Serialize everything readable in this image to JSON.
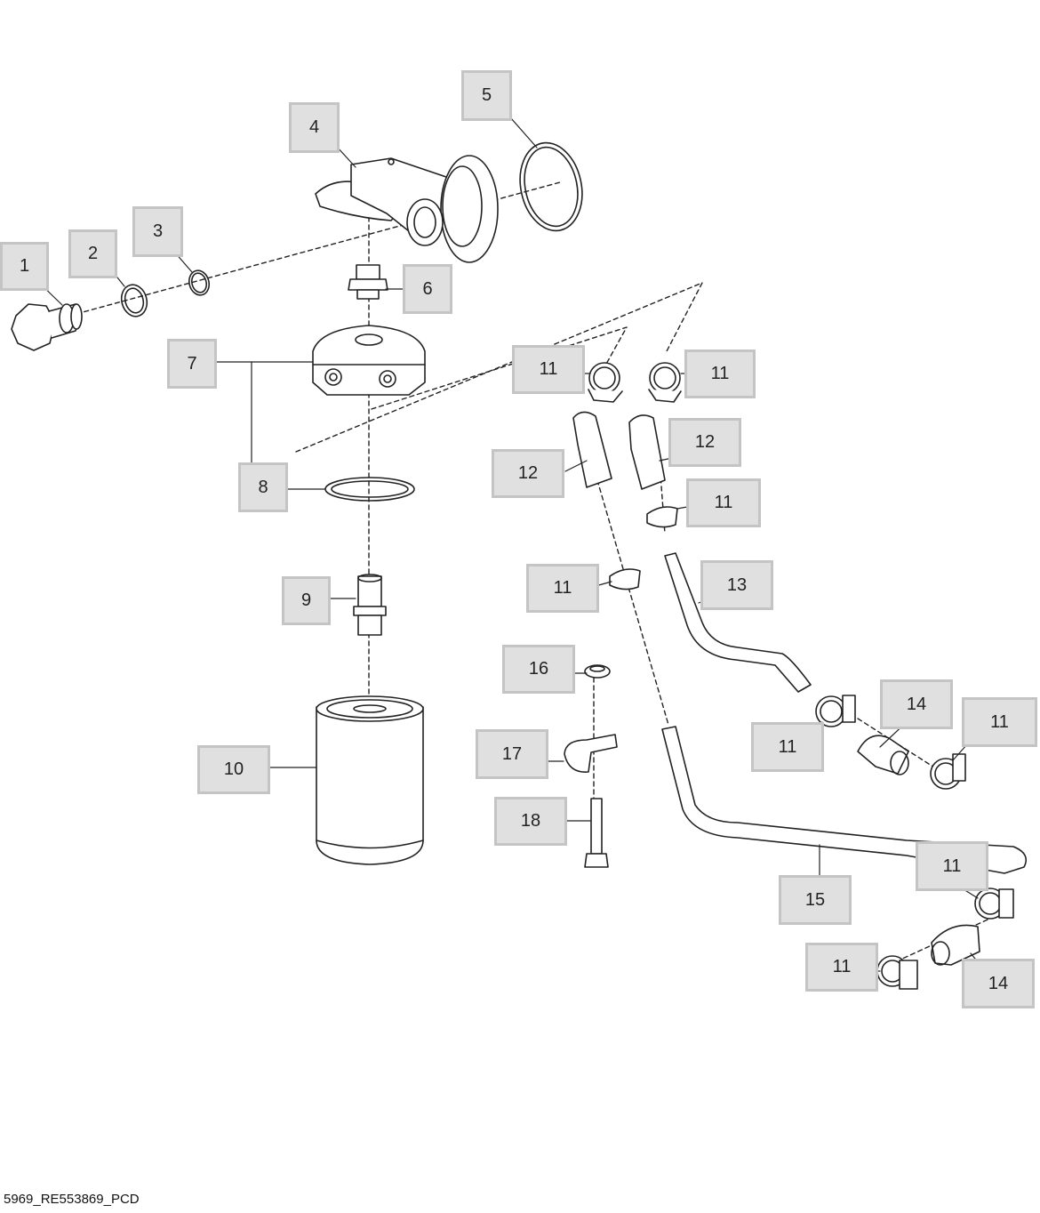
{
  "diagram": {
    "callouts": {
      "c1": "1",
      "c2": "2",
      "c3": "3",
      "c4": "4",
      "c5": "5",
      "c6": "6",
      "c7": "7",
      "c8": "8",
      "c9": "9",
      "c10": "10",
      "c11a": "11",
      "c11b": "11",
      "c11c": "11",
      "c11d": "11",
      "c11e": "11",
      "c11f": "11",
      "c11g": "11",
      "c11h": "11",
      "c12a": "12",
      "c12b": "12",
      "c13": "13",
      "c14a": "14",
      "c14b": "14",
      "c15": "15",
      "c16": "16",
      "c17": "17",
      "c18": "18"
    }
  },
  "footer": {
    "code": "5969_RE553869_PCD"
  },
  "colors": {
    "line": "#222222",
    "callout_bg": "#e0e0e0",
    "callout_border": "#c4c4c4"
  }
}
